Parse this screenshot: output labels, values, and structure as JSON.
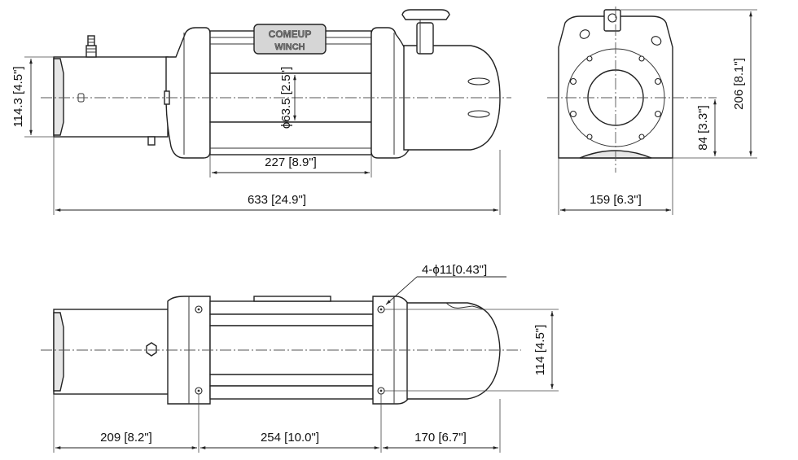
{
  "brand": {
    "line1": "COMEUP",
    "line2": "WINCH"
  },
  "dimensions": {
    "front_overall_length": "633 [24.9\"]",
    "front_drum_length": "227 [8.9\"]",
    "front_drum_diameter": "ϕ63.5 [2.5\"]",
    "front_motor_height": "114.3 [4.5\"]",
    "side_width": "159 [6.3\"]",
    "side_total_height": "206 [8.1\"]",
    "side_center_height": "84 [3.3\"]",
    "plan_mount_holes": "4-ϕ11[0.43\"]",
    "plan_hole_spacing": "114 [4.5\"]",
    "plan_motor_length": "209 [8.2\"]",
    "plan_bolt_spacing": "254 [10.0\"]",
    "plan_gearbox_length": "170 [6.7\"]"
  }
}
